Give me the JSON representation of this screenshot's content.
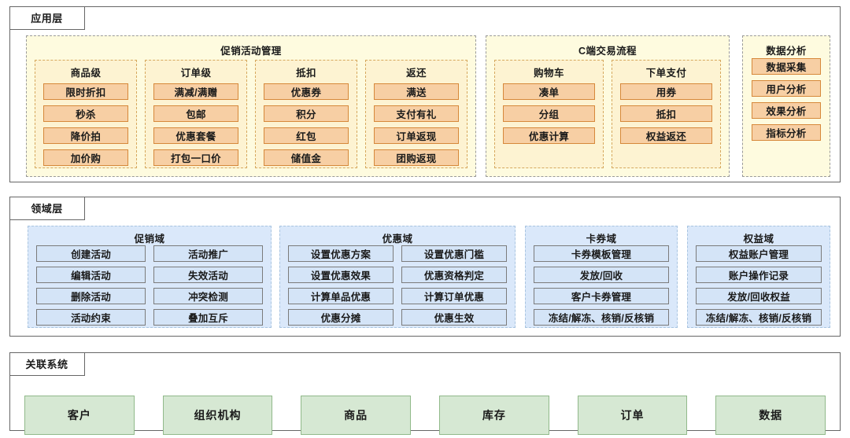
{
  "diagram": {
    "layers": [
      {
        "id": "application",
        "label": "应用层",
        "panels": [
          {
            "title": "促销活动管理",
            "groups": [
              {
                "title": "商品级",
                "items": [
                  "限时折扣",
                  "秒杀",
                  "降价拍",
                  "加价购"
                ]
              },
              {
                "title": "订单级",
                "items": [
                  "满减/满赠",
                  "包邮",
                  "优惠套餐",
                  "打包一口价"
                ]
              },
              {
                "title": "抵扣",
                "items": [
                  "优惠券",
                  "积分",
                  "红包",
                  "储值金"
                ]
              },
              {
                "title": "返还",
                "items": [
                  "满送",
                  "支付有礼",
                  "订单返现",
                  "团购返现"
                ]
              }
            ]
          },
          {
            "title": "C端交易流程",
            "groups": [
              {
                "title": "购物车",
                "items": [
                  "凑单",
                  "分组",
                  "优惠计算"
                ]
              },
              {
                "title": "下单支付",
                "items": [
                  "用券",
                  "抵扣",
                  "权益返还"
                ]
              }
            ]
          },
          {
            "title": "数据分析",
            "items": [
              "数据采集",
              "用户分析",
              "效果分析",
              "指标分析"
            ]
          }
        ]
      },
      {
        "id": "domain",
        "label": "领域层",
        "panels": [
          {
            "title": "促销域",
            "columns": [
              [
                "创建活动",
                "编辑活动",
                "删除活动",
                "活动约束"
              ],
              [
                "活动推广",
                "失效活动",
                "冲突检测",
                "叠加互斥"
              ]
            ]
          },
          {
            "title": "优惠域",
            "columns": [
              [
                "设置优惠方案",
                "设置优惠效果",
                "计算单品优惠",
                "优惠分摊"
              ],
              [
                "设置优惠门槛",
                "优惠资格判定",
                "计算订单优惠",
                "优惠生效"
              ]
            ]
          },
          {
            "title": "卡券域",
            "columns": [
              [
                "卡券模板管理",
                "发放/回收",
                "客户卡券管理",
                "冻结/解冻、核销/反核销"
              ]
            ]
          },
          {
            "title": "权益域",
            "columns": [
              [
                "权益账户管理",
                "账户操作记录",
                "发放/回收权益",
                "冻结/解冻、核销/反核销"
              ]
            ]
          }
        ]
      },
      {
        "id": "related",
        "label": "关联系统",
        "systems": [
          "客户",
          "组织机构",
          "商品",
          "库存",
          "订单",
          "数据"
        ]
      }
    ],
    "colors": {
      "frame_border": "#666666",
      "yellow_panel_fill": "#fefbdf",
      "yellow_panel_border": "#9a9a9a",
      "subgroup_fill": "#fdf3d2",
      "subgroup_border": "#d6a85e",
      "orange_chip_fill": "#f7cfa4",
      "orange_chip_border": "#d6883a",
      "blue_panel_fill": "#dae8fa",
      "blue_panel_border": "#a8c4e0",
      "blue_chip_fill": "#d4e4f7",
      "blue_chip_border": "#7b7b7b",
      "green_chip_fill": "#d6e8d3",
      "green_chip_border": "#91b98a"
    }
  }
}
